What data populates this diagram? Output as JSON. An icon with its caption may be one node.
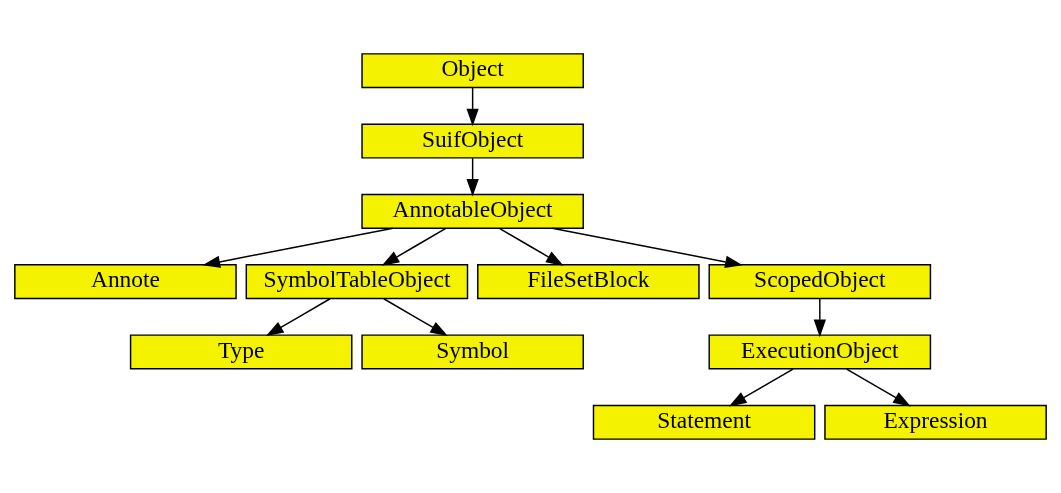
{
  "diagram": {
    "nodes": [
      {
        "text": [
          "Object"
        ]
      },
      {
        "text": [
          "SuifObject"
        ]
      },
      {
        "text": [
          "AnnotableObject"
        ]
      },
      {
        "text": [
          "Annote"
        ]
      },
      {
        "text": [
          "SymbolTableObject"
        ]
      },
      {
        "text": [
          "FileSetBlock"
        ]
      },
      {
        "text": [
          "ScopedObject"
        ]
      },
      {
        "text": [
          "Type"
        ]
      },
      {
        "text": [
          "Symbol"
        ]
      },
      {
        "text": [
          "ExecutionObject"
        ]
      },
      {
        "text": [
          "Statement"
        ]
      },
      {
        "text": [
          "Expression"
        ]
      }
    ],
    "edges": [
      {
        "from": 0,
        "to": 1,
        "arrow": "to"
      },
      {
        "from": 1,
        "to": 2,
        "arrow": "to"
      },
      {
        "from": 2,
        "to": 3,
        "arrow": "to"
      },
      {
        "from": 2,
        "to": 4,
        "arrow": "to"
      },
      {
        "from": 2,
        "to": 5,
        "arrow": "to"
      },
      {
        "from": 2,
        "to": 6,
        "arrow": "to"
      },
      {
        "from": 4,
        "to": 7,
        "arrow": "to"
      },
      {
        "from": 4,
        "to": 8,
        "arrow": "to"
      },
      {
        "from": 6,
        "to": 9,
        "arrow": "to"
      },
      {
        "from": 9,
        "to": 10,
        "arrow": "to"
      },
      {
        "from": 9,
        "to": 11,
        "arrow": "to"
      }
    ]
  }
}
